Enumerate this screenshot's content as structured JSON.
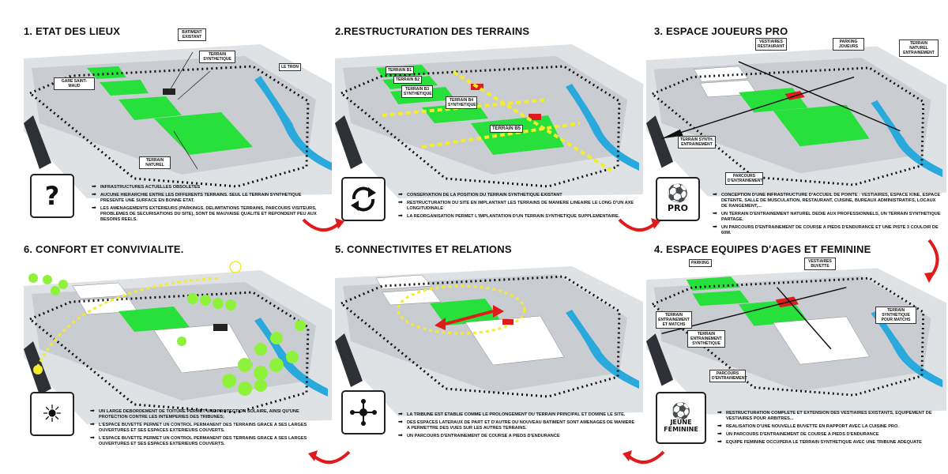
{
  "colors": {
    "field": "#27e03c",
    "concrete": "#c9cdd2",
    "ground": "#dfe2e5",
    "river": "#2aa9dd",
    "red": "#e01b1b",
    "yellow": "#f4ec2a",
    "tree": "#8ef23a"
  },
  "panels": [
    {
      "title": "1. ETAT DES LIEUX",
      "icon": "question-mark",
      "labels": [
        "BATIMENT EXISTANT",
        "TERRAIN SYNTHETIQUE",
        "LE TRON",
        "GARE SAINT-MAUD",
        "TERRAIN NATUREL"
      ],
      "notes": [
        "INFRASTRUCTURES ACTUELLES OBSOLETES",
        "AUCUNE HIERARCHIE ENTRE LES DIFFERENTS TERRAINS. SEUL LE TERRAIN SYNTHETIQUE PRESENTE UNE SURFACE EN BONNE ETAT.",
        "LES AMENAGEMENTS EXTERIEURS (PARKINGS, DELIMITATIONS TERRAINS, PARCOURS VISITEURS, PROBLEMES DE SECURISATIONS DU SITE), SONT DE MAUVAISE QUALITE ET REPONDENT PEU AUX BESOINS REELS."
      ]
    },
    {
      "title": "2.RESTRUCTURATION DES TERRAINS",
      "icon": "cycle-arrows",
      "labels": [
        "TERRAIN B1",
        "TERRAIN B2",
        "TERRAIN B3 SYNTHETIQUE",
        "TERRAIN B4 SYNTHETIQUE",
        "TERRAIN B5"
      ],
      "notes": [
        "CONSERVATION DE LA POSITION DU TERRAIN SYNTHETIQUE EXISTANT",
        "RESTRUCTURATION DU SITE EN IMPLANTANT LES TERRAINS DE MANIERE LINEAIRE LE LONG D'UN AXE LONGITUDINALE",
        "LA REORGANISATION PERMET L'IMPLANTATION D'UN TERRAIN SYNTHETIQUE SUPPLEMENTAIRE."
      ]
    },
    {
      "title": "3. ESPACE JOUEURS PRO",
      "icon": "player",
      "iconText": "PRO",
      "labels": [
        "VESTIAIRES RESTAURANT",
        "PARKING JOUEURS",
        "TERRAIN NATUREL ENTRAINEMENT",
        "TERRAIN SYNTH. ENTRAINEMENT",
        "PARCOURS D'ENTRAINEMENT"
      ],
      "notes": [
        "CONCEPTION D'UNE INFRASTRUCTURE D'ACCUEIL DE POINTE : VESTIAIRES, ESPACE KINE, ESPACE DETENTE, SALLE DE MUSCULATION, RESTAURANT, CUISINE, BUREAUX ADMINISTRATIFS, LOCAUX DE RANGEMENT,...",
        "UN TERRAIN D'ENTRAINEMENT NATUREL DEDIE AUX PROFESSIONNELS, UN TERRAIN SYNTHETIQUE PARTAGE.",
        "UN PARCOURS D'ENTRAINEMENT DE COURSE A PIEDS D'ENDURANCE et UNE PISTE 3 COULOIR DE 60M."
      ]
    },
    {
      "title": "6. CONFORT ET CONVIVIALITE.",
      "icon": "sun",
      "labels": [],
      "notes": [
        "UN LARGE DEBORDEMENT DE TOITURE PERMET UNE PROTECTION SOLAIRE, AINSI QU'UNE PROTECTION CONTRE LES INTEMPERIES DES TRIBUNES;",
        "L'ESPACE BUVETTE PERMET UN CONTROL PERMANENT  DES TERRAINS GRACE A SES LARGES OUVERTURES ET SES ESPACES EXTERIEURS COUVERTS.",
        "L'ESPACE BUVETTE PERMET UN CONTROL PERMANENT  DES TERRAINS GRACE A SES LARGES OUVERTURES ET SES ESPACES EXTERIEURS COUVERTS."
      ]
    },
    {
      "title": "5. CONNECTIVITES ET RELATIONS",
      "icon": "network",
      "labels": [],
      "notes": [
        "LA TRIBUNE EST ETABLIE COMME LE PROLONGEMENT DU TERRAIN PRINCIPAL ET DOMINE LE SITE.",
        "DES ESPACES LATERAUX DE PART ET D'AUTRE DU NOUVEAU BATIMENT SONT AMENAGES DE MANIERE A PERMETTRE DES VUES SUR LES AUTRES TERRAINS.",
        "UN PARCOURS D'ENTRAINEMENT DE COURSE A PIEDS D'ENDURANCE"
      ]
    },
    {
      "title": "4. ESPACE EQUIPES D'AGES ET FEMININE",
      "icon": "player",
      "iconText": "JEUNE\nFEMININE",
      "labels": [
        "PARKING",
        "VESTIAIRES BUVETTE",
        "TERRAIN SYNTHETIQUE POUR MATCHS",
        "TERRAIN ENTRAINEMENT ET MATCHS",
        "TERRAIN ENTRAINEMENT SYNTHETIQUE",
        "PARCOURS D'ENTRAINEMENT"
      ],
      "notes": [
        "RESTRUCTURATION COMPLETE ET EXTENSION DES VESTIAIRES EXISTANTS, EQUIPEMENT DE VESTIAIRES POUR ARBITRES...",
        "REALISATION D'UNE NOUVELLE BUVETTE EN RAPPORT AVEC LA CUISINE PRO.",
        "UN PARCOURS D'ENTRAINEMENT DE COURSE A PIEDS D'ENDURANCE",
        "EQUIPE FEMININE OCCUPERA LE TERRAIN SYNTHETIQUE AVEC UNE TRIBUNE ADEQUATE"
      ]
    }
  ]
}
